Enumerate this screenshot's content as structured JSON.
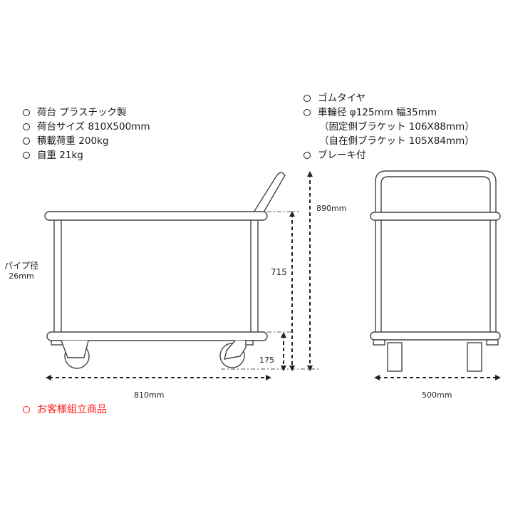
{
  "specs_left": [
    {
      "bullet": true,
      "text": "荷台 プラスチック製"
    },
    {
      "bullet": true,
      "text": "荷台サイズ  810X500mm"
    },
    {
      "bullet": true,
      "text": "積載荷重  200kg"
    },
    {
      "bullet": true,
      "text": "自重  21kg"
    }
  ],
  "specs_right": [
    {
      "bullet": true,
      "text": "ゴムタイヤ"
    },
    {
      "bullet": true,
      "text": "車輪径 φ125mm 幅35mm"
    },
    {
      "bullet": false,
      "text": "（固定側ブラケット  106X88mm）"
    },
    {
      "bullet": false,
      "text": "（自在側ブラケット  105X84mm）"
    },
    {
      "bullet": true,
      "text": "ブレーキ付"
    }
  ],
  "notice": {
    "text": "お客様組立商品",
    "color": "#ff1a1a"
  },
  "side_view": {
    "pipe_label_line1": "パイプ径",
    "pipe_label_line2": "26mm",
    "dim_total_height": "890mm",
    "dim_deck_height": "715",
    "dim_lower_height": "175",
    "dim_length": "810mm"
  },
  "front_view": {
    "dim_width": "500mm"
  }
}
